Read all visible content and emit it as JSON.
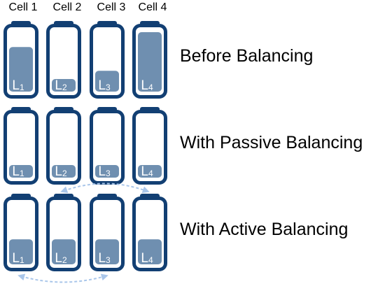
{
  "columns": [
    "Cell 1",
    "Cell 2",
    "Cell 3",
    "Cell 4"
  ],
  "rows": [
    {
      "label": "Before Balancing",
      "levels": [
        0.75,
        0.17,
        0.35,
        1.0
      ]
    },
    {
      "label": "With Passive Balancing",
      "levels": [
        0.17,
        0.17,
        0.17,
        0.17
      ]
    },
    {
      "label": "With Active Balancing",
      "levels": [
        0.42,
        0.42,
        0.42,
        0.42
      ]
    }
  ],
  "cell_labels": [
    {
      "letter": "L",
      "sub": "1"
    },
    {
      "letter": "L",
      "sub": "2"
    },
    {
      "letter": "L",
      "sub": "3"
    },
    {
      "letter": "L",
      "sub": "4"
    }
  ],
  "colors": {
    "battery_outline": "#123f73",
    "charge_fill": "#6f8fb0",
    "label_text": "#ffffff",
    "arrow": "#a9c6ea"
  },
  "icons": [
    "battery-icon",
    "double-arrow-icon"
  ]
}
